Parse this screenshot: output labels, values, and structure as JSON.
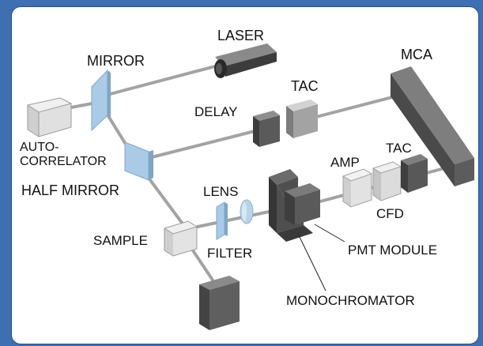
{
  "diagram": {
    "labels": {
      "laser": "LASER",
      "mirror": "MIRROR",
      "mca": "MCA",
      "tac_top": "TAC",
      "delay": "DELAY",
      "auto": "AUTO-",
      "correlator": "CORRELATOR",
      "half_mirror": "HALF MIRROR",
      "lens": "LENS",
      "amp": "AMP",
      "tac_right": "TAC",
      "cfd": "CFD",
      "sample": "SAMPLE",
      "filter": "FILTER",
      "pmt_module": "PMT MODULE",
      "monochromator": "MONOCHROMATOR"
    }
  },
  "colors": {
    "background_blue": "#3f6fb3",
    "panel": "#ffffff",
    "beam": "#9a9a9a",
    "mirror_glass": "#a9cbe6",
    "dark_block": "#5a5a5a",
    "light_block": "#d9d9d9"
  }
}
